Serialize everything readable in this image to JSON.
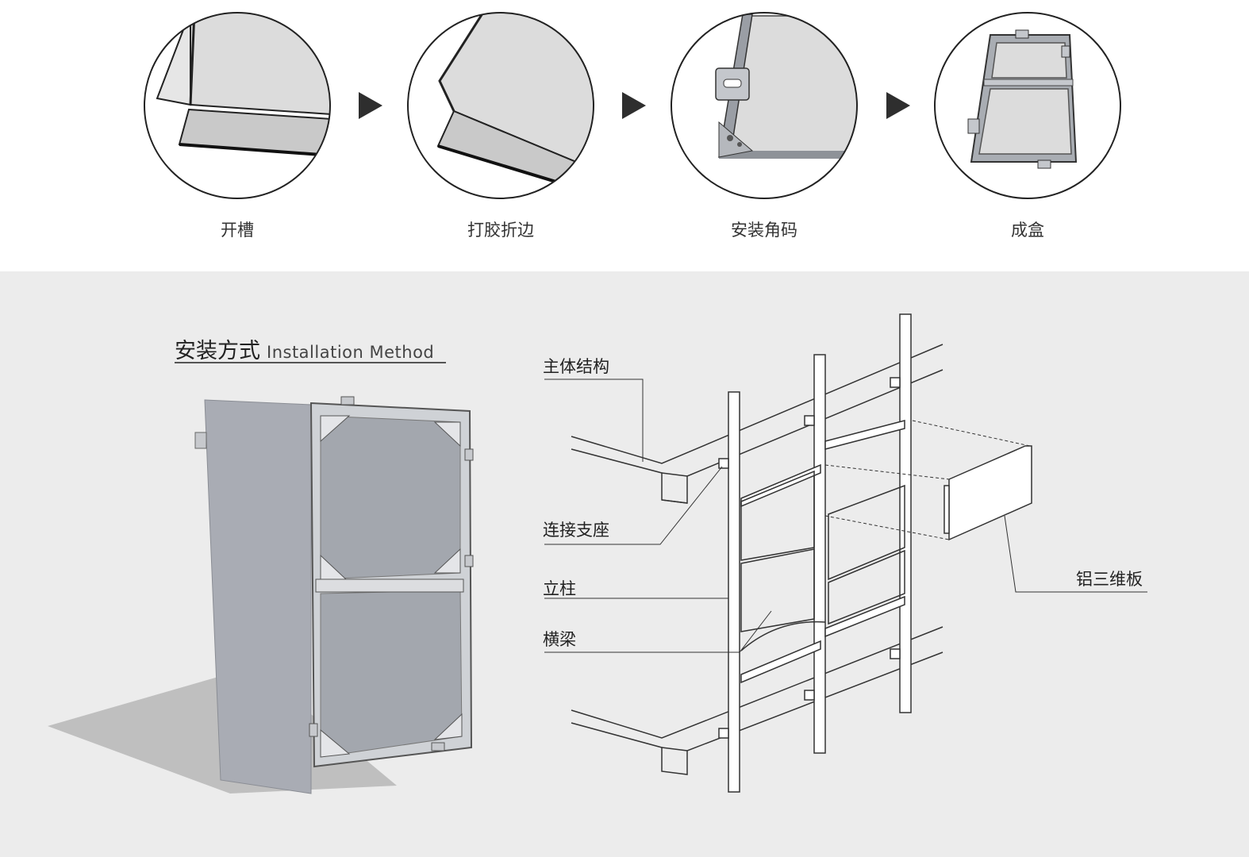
{
  "steps": [
    {
      "label": "开槽",
      "icon": "groove-corner-icon"
    },
    {
      "label": "打胶折边",
      "icon": "glue-fold-edge-icon"
    },
    {
      "label": "安装角码",
      "icon": "corner-bracket-icon"
    },
    {
      "label": "成盒",
      "icon": "finished-box-panel-icon"
    }
  ],
  "method": {
    "title_cn": "安装方式",
    "title_en": "Installation Method"
  },
  "callouts": {
    "main_structure": "主体结构",
    "connection_support": "连接支座",
    "column": "立柱",
    "beam": "横梁",
    "panel": "铝三维板"
  },
  "colors": {
    "panel_gray": "#a9acb4",
    "frame_silver": "#d2d4d8",
    "background": "#ececec",
    "arrow": "#2e2e2e"
  }
}
